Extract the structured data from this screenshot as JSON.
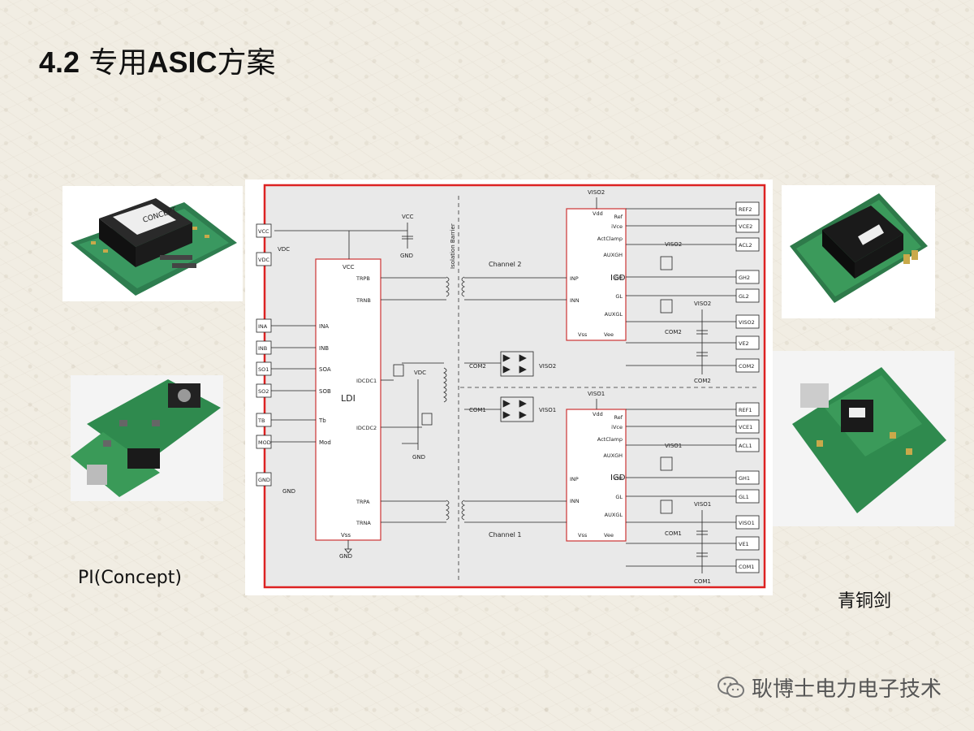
{
  "title": {
    "num": "4.2",
    "cjk": " 专用",
    "bold": "ASIC",
    "cjk2": "方案"
  },
  "captions": {
    "left": "PI(Concept)",
    "right": "青铜剑"
  },
  "watermark": "耿博士电力电子技术",
  "left_pins": [
    "VCC",
    "VDC",
    "INA",
    "INB",
    "SO1",
    "SO2",
    "TB",
    "MOD",
    "GND"
  ],
  "right_pins_top": [
    "REF2",
    "VCE2",
    "ACL2",
    "GH2",
    "GL2",
    "VISO2",
    "VE2",
    "COM2"
  ],
  "right_pins_bottom": [
    "REF1",
    "VCE1",
    "ACL1",
    "GH1",
    "GL1",
    "VISO1",
    "VE1",
    "COM1"
  ],
  "ldi": {
    "name": "LDI",
    "vcc": "VCC",
    "vss": "Vss",
    "left_pins": [
      "INA",
      "INB",
      "SOA",
      "SOB",
      "Tb",
      "Mod"
    ],
    "right_pins": [
      "TRPB",
      "TRNB",
      "IDCDC1",
      "IDCDC2",
      "TRPA",
      "TRNA"
    ]
  },
  "igd": {
    "name": "IGD",
    "vdd": "Vdd",
    "vss": "Vss",
    "vee": "Vee",
    "pins": [
      "Ref",
      "iVce",
      "ActClamp",
      "AUXGH",
      "GH",
      "GL",
      "AUXGL"
    ],
    "inp": "INP",
    "inn": "INN"
  },
  "net_labels": {
    "vcc": "VCC",
    "vdc": "VDC",
    "gnd": "GND",
    "viso1": "VISO1",
    "viso2": "VISO2",
    "com1": "COM1",
    "com2": "COM2"
  },
  "barrier": "Isolation Barrier",
  "channels": {
    "top": "Channel 2",
    "bottom": "Channel 1"
  }
}
